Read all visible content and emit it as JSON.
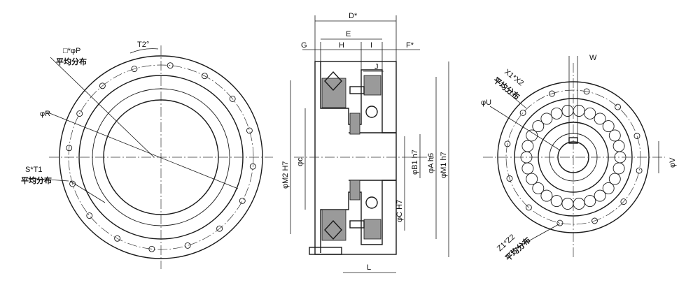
{
  "front_view": {
    "hole_pattern_label": "□*φP",
    "hole_pattern_note": "平均分布",
    "angle_label": "T2°",
    "radius_label": "φR",
    "thread_label": "S*T1",
    "thread_note": "平均分布"
  },
  "section_view": {
    "d_label": "D*",
    "e_label": "E",
    "g_label": "G",
    "h_label": "H",
    "i_label": "I",
    "f_label": "F*",
    "j_label": "J",
    "m2_label": "φM2 H7",
    "c_label": "φc",
    "b1_label": "φB1 h7",
    "a_label": "φA h6",
    "m1_label": "φM1 h7",
    "ch7_label": "φC H7",
    "l_label": "L"
  },
  "rear_view": {
    "x_label": "X1*X2",
    "x_note": "平均分布",
    "u_label": "φU",
    "w_label": "W",
    "v_label": "φV",
    "z_label": "Z1*Z2",
    "z_note": "平均分布"
  }
}
